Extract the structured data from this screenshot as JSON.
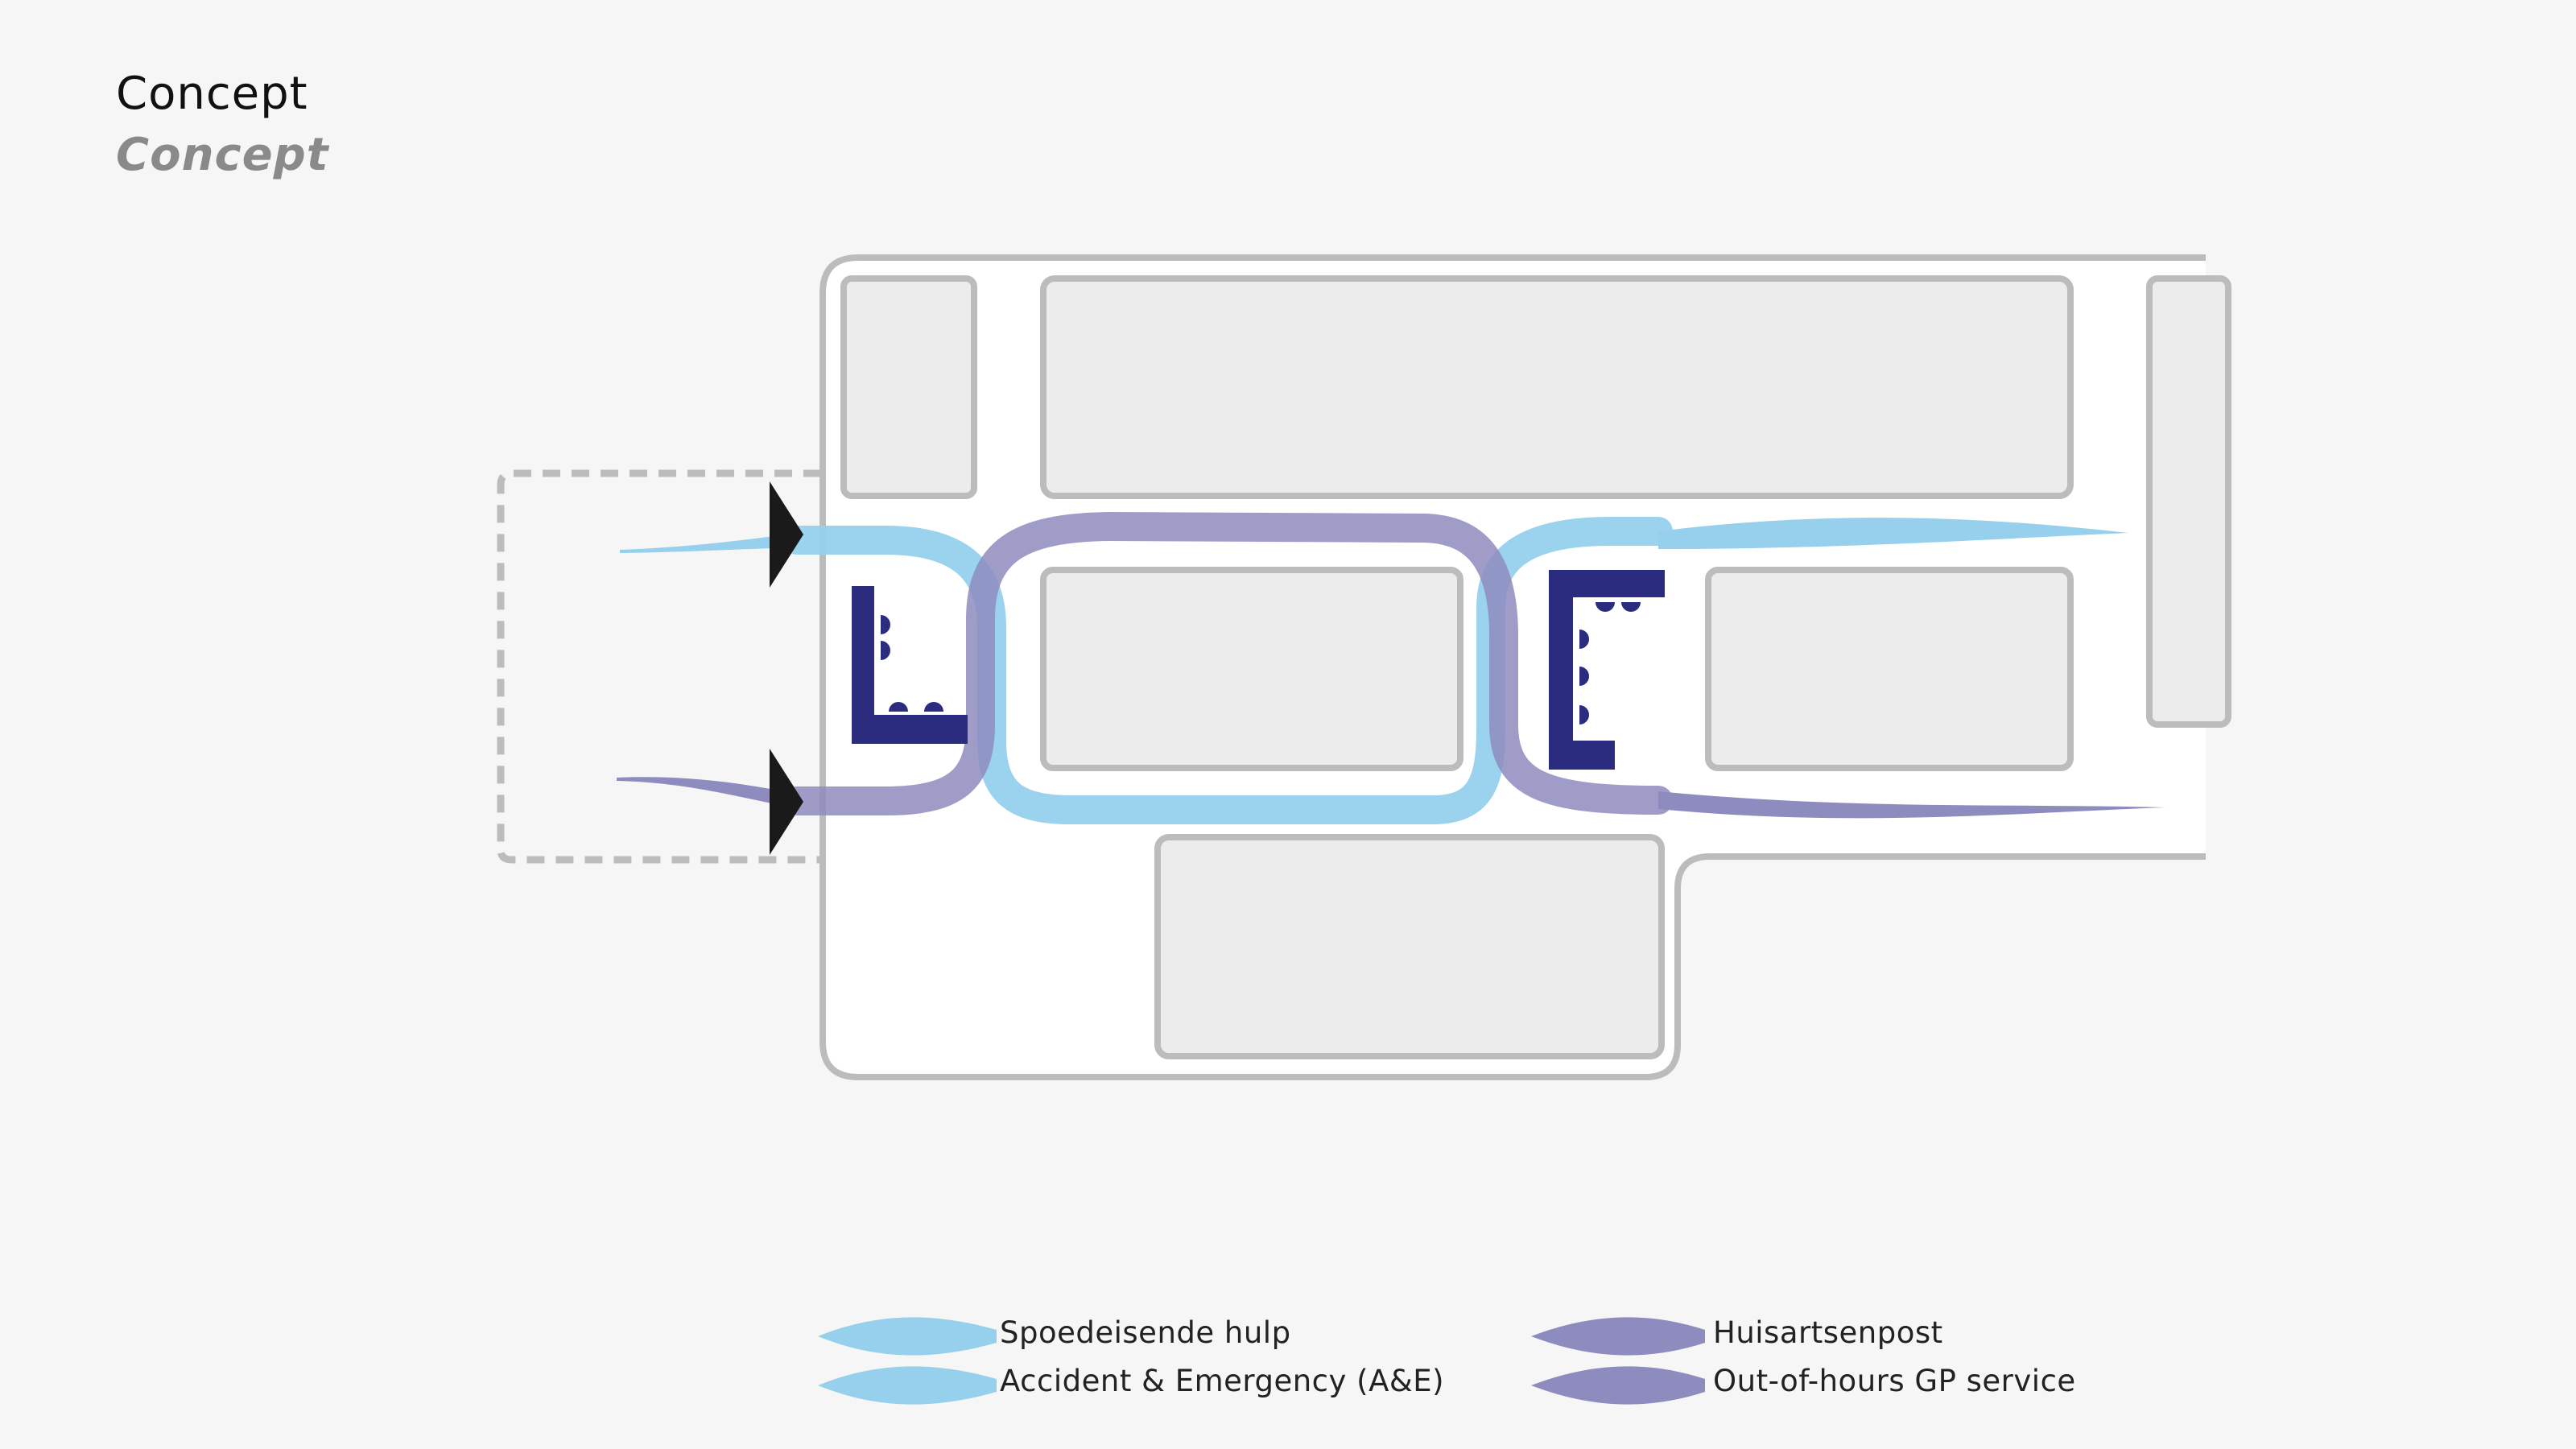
{
  "header": {
    "title": "Concept",
    "subtitle": "Concept"
  },
  "colors": {
    "background": "#f6f6f6",
    "building": "#ffffff",
    "outline": "#bcbcbc",
    "room": "#ececec",
    "ae_route": "#96d0ec",
    "gp_route": "#8e8cbe",
    "symbol": "#2b2b7f",
    "entrance_arrow": "#1a1a1a"
  },
  "icons": {
    "entrance": "triangle-arrow-icon",
    "ae_desk": "reception-desk-icon",
    "gp_desk": "reception-desk-icon"
  },
  "legend": [
    {
      "key": "ae",
      "label_nl": "Spoedeisende hulp",
      "label_en": "Accident & Emergency (A&E)",
      "color": "#96d0ec"
    },
    {
      "key": "gp",
      "label_nl": "Huisartsenpost",
      "label_en": "Out-of-hours GP service",
      "color": "#8e8cbe"
    }
  ]
}
